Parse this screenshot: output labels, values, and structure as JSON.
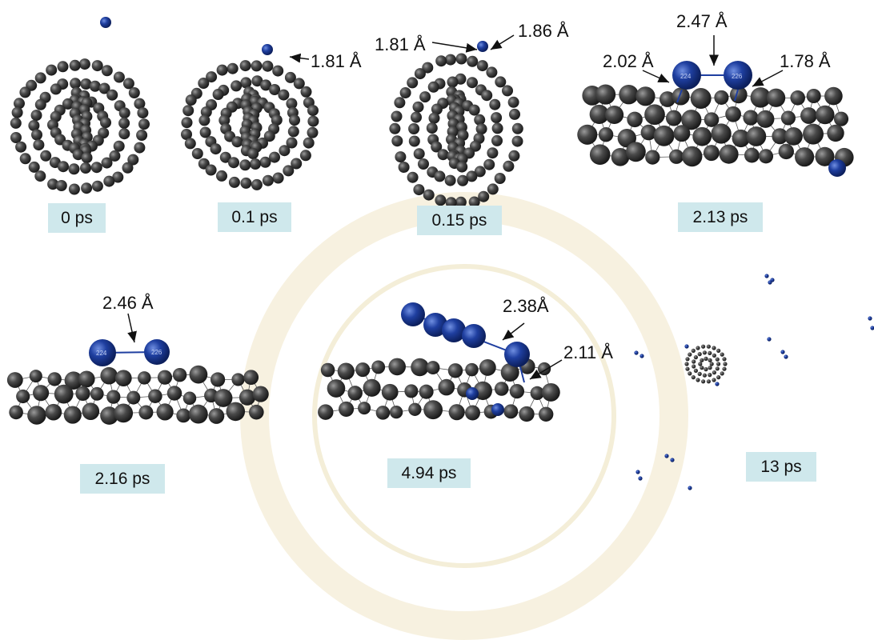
{
  "frames": [
    {
      "time": "0 ps"
    },
    {
      "time": "0.1 ps"
    },
    {
      "time": "0.15 ps"
    },
    {
      "time": "2.13 ps"
    },
    {
      "time": "2.16 ps"
    },
    {
      "time": "4.94 ps"
    },
    {
      "time": "13 ps"
    }
  ],
  "annotations": {
    "f1_bond": "1.81 Å",
    "f2_left": "1.81 Å",
    "f2_right": "1.86 Å",
    "f3_top": "2.47 Å",
    "f3_left": "2.02 Å",
    "f3_right": "1.78 Å",
    "f4_bond": "2.46 Å",
    "f5_top": "2.38Å",
    "f5_bottom": "2.11 Å"
  },
  "atom_labels": {
    "a1": "224",
    "a2": "226",
    "a3": "224",
    "a4": "226"
  },
  "colors": {
    "carbon": "#3a3a3a",
    "metal": "#1f3f9e",
    "label_bg": "#cfe8ec",
    "watermark": "#f6f0dd"
  }
}
